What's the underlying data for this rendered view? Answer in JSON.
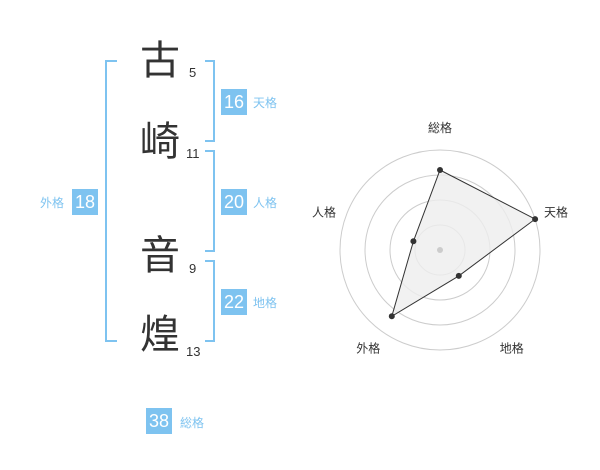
{
  "name": {
    "chars": [
      {
        "char": "古",
        "strokes": "5"
      },
      {
        "char": "崎",
        "strokes": "11"
      },
      {
        "char": "音",
        "strokes": "9"
      },
      {
        "char": "煌",
        "strokes": "13"
      }
    ]
  },
  "fortunes": {
    "tenkaku": {
      "value": "16",
      "label": "天格"
    },
    "jinkaku": {
      "value": "20",
      "label": "人格"
    },
    "chikaku": {
      "value": "22",
      "label": "地格"
    },
    "gaikaku": {
      "value": "18",
      "label": "外格"
    },
    "soukaku": {
      "value": "38",
      "label": "総格"
    }
  },
  "chart_data": {
    "type": "radar",
    "axes": [
      "総格",
      "天格",
      "地格",
      "外格",
      "人格"
    ],
    "values": [
      0.8,
      1.0,
      0.32,
      0.82,
      0.28
    ],
    "rings": 4,
    "colors": {
      "grid": "#cccccc",
      "line": "#333333",
      "fill": "#eeeeee",
      "point": "#333333",
      "center": "#cccccc"
    }
  },
  "theme": {
    "accent": "#7ec3f0",
    "text": "#333333"
  }
}
